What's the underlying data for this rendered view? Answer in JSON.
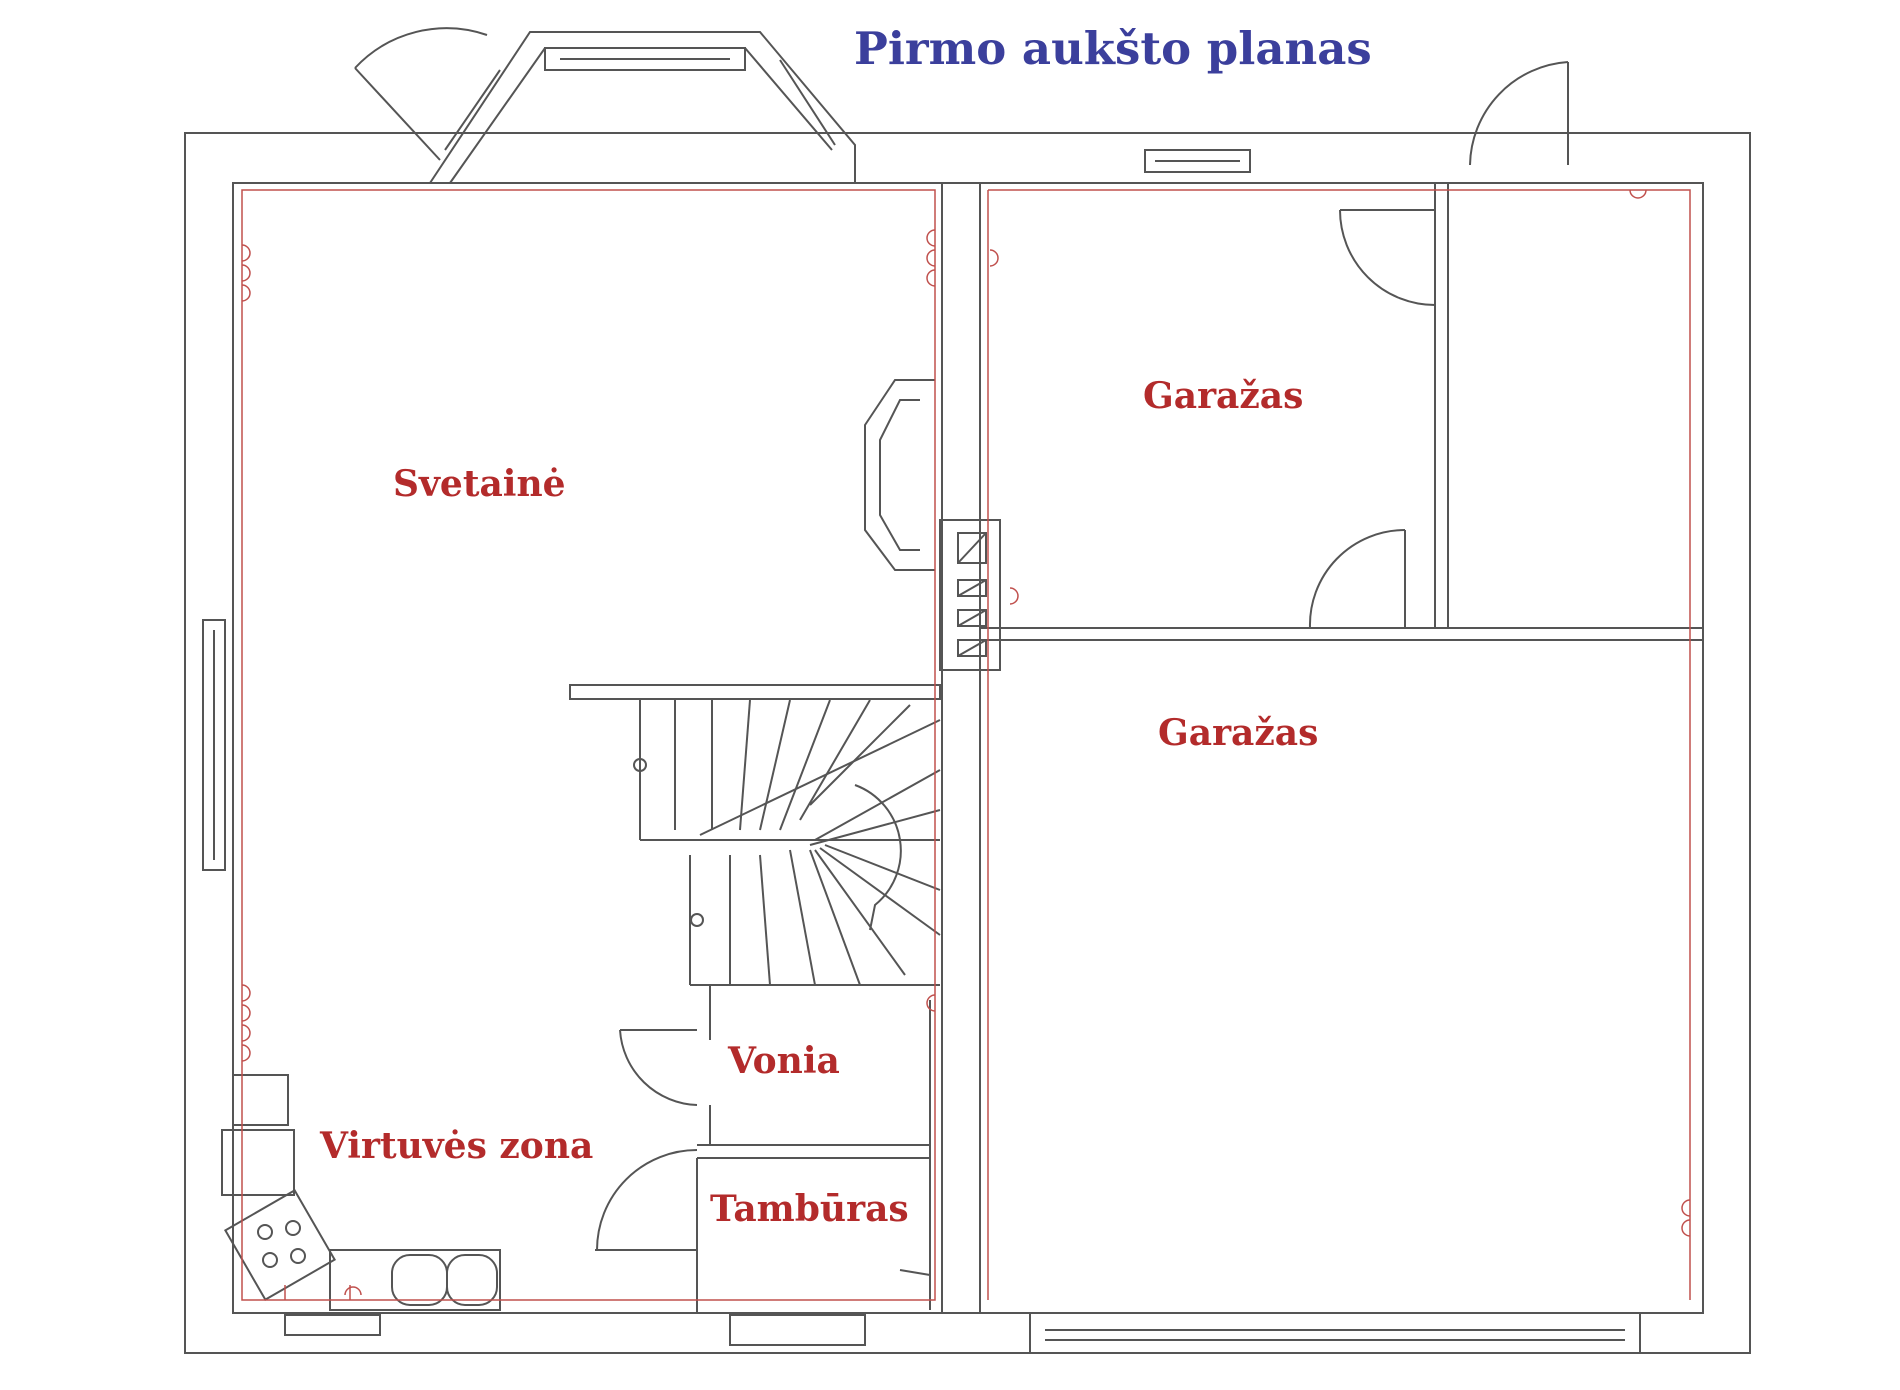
{
  "title": "Pirmo aukšto planas",
  "rooms": {
    "svetaine": "Svetainė",
    "garazas_top": "Garažas",
    "garazas_main": "Garažas",
    "vonia": "Vonia",
    "virtuve": "Virtuvės zona",
    "tamburas": "Tambūras"
  },
  "colors": {
    "wall": "#555555",
    "electric": "#c0504d",
    "title": "#3b3f9c",
    "label": "#b32b2b"
  }
}
